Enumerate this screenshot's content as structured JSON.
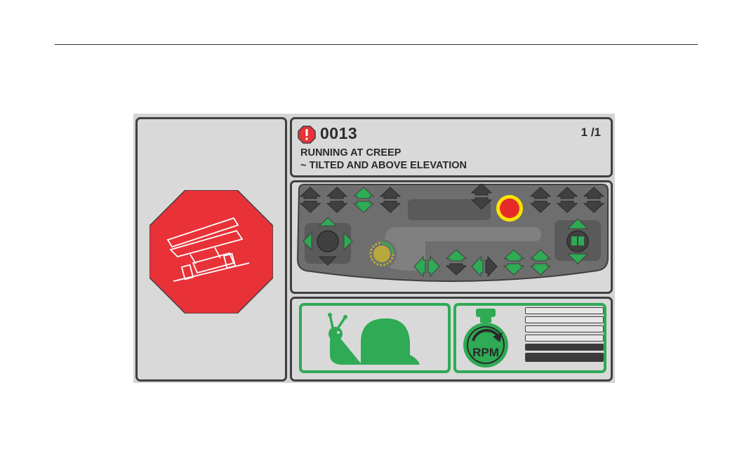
{
  "fault": {
    "code": "0013",
    "page": "1 /1",
    "line1": "RUNNING AT CREEP",
    "line2": "~ TILTED AND ABOVE ELEVATION"
  },
  "icons": {
    "stop": "tilt-alarm-stop-icon",
    "fault": "fault-alert-icon",
    "creep": "snail-icon",
    "rpm": "engine-rpm-icon",
    "estop": "emergency-stop-icon"
  },
  "rpm": {
    "label": "RPM",
    "segments_total": 6,
    "segments_active": 2
  },
  "colors": {
    "stop_red": "#e83238",
    "accent_green": "#2faa55",
    "estop_red": "#e62a2a",
    "estop_ring": "#ffe400",
    "console_grey": "#6e6e6e",
    "button_dark": "#404040"
  }
}
